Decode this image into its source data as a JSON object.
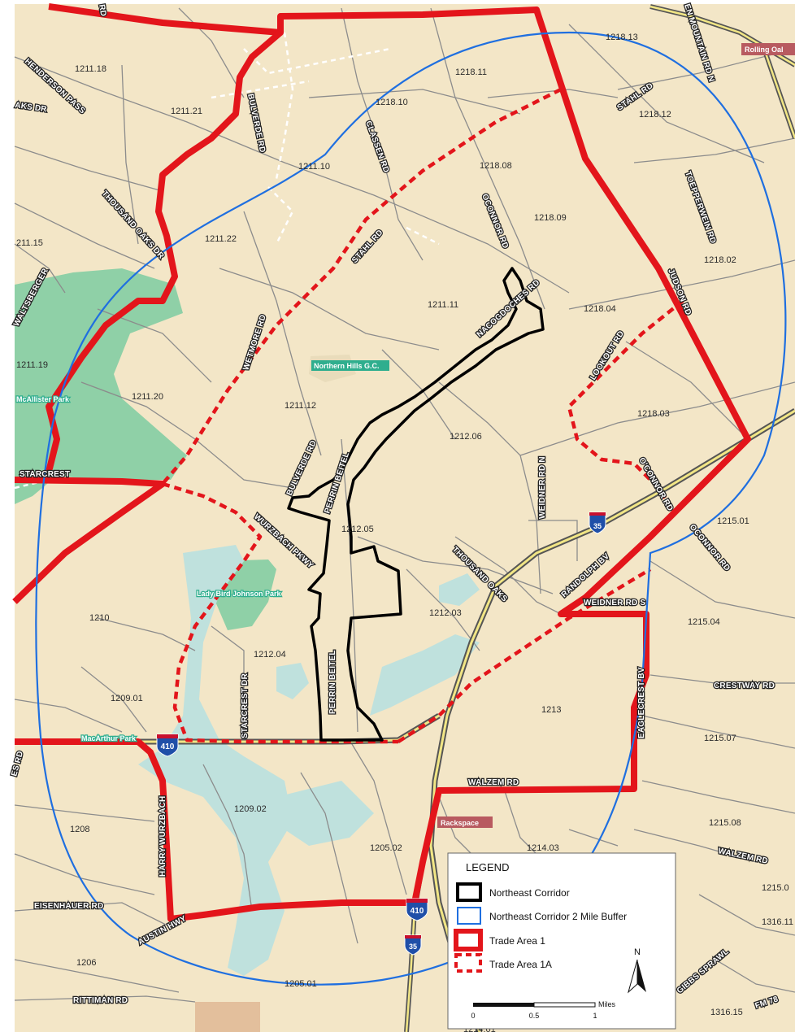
{
  "map": {
    "tracts": [
      "1218.13",
      "1211.18",
      "1218.11",
      "1211.21",
      "1218.10",
      "1218.12",
      "1211.10",
      "1218.08",
      "1218.09",
      "211.15",
      "1211.22",
      "1218.02",
      "1211.11",
      "1218.04",
      "1211.19",
      "1211.20",
      "1211.12",
      "1218.03",
      "1212.06",
      "1215.01",
      "1212.05",
      "1210",
      "1212.03",
      "1215.04",
      "1212.04",
      "1209.01",
      "1213",
      "1215.07",
      "1209.02",
      "1208",
      "1205.02",
      "1214.03",
      "1215.08",
      "1215.0",
      "1316.11",
      "1206",
      "1205.01",
      "1214.01",
      "1316.15"
    ],
    "roads": [
      "RD",
      "EN MOUNTAIN RD N",
      "HENDERSON PASS",
      "AKS DR",
      "BULVERDE RD",
      "CLASSEN RD",
      "STAHL RD",
      "THOUSAND OAKS DR",
      "STAHL RD",
      "OCONNOR RD",
      "TOEPPERWEIN RD",
      "WALTSBERGER",
      "NACOGDOCHES RD",
      "JUDSON RD",
      "WETMORE RD",
      "LOOKOUT RD",
      "STARCREST",
      "BULVERDE RD",
      "PERRIN BEITEL",
      "WEIDNER RD N",
      "O'CONNOR RD",
      "WURZBACH PKWY",
      "THOUSAND OAKS",
      "OCONNOR RD",
      "RANDOLPH BV",
      "WEIDNER RD S",
      "STARCREST DR",
      "PERRIN BEITEL",
      "EAGLECREST BV",
      "CRESTWAY RD",
      "WALZEM RD",
      "HARRY WURZBACH",
      "WALZEM RD",
      "EISENHAUER RD",
      "AUSTIN HWY",
      "GIBBS SPRAWL",
      "RITTIMAN RD",
      "FM 78",
      "ES RD"
    ],
    "places": {
      "rolling_oaks": "Rolling Oal",
      "northern_hills": "Northern Hills G.C.",
      "mcallister": "McAllister Park",
      "lady_bird": "Lady Bird Johnson Park",
      "macarthur": "MacArthur Park",
      "rackspace": "Rackspace"
    },
    "shields": [
      "35",
      "410",
      "410",
      "35"
    ]
  },
  "legend": {
    "title": "LEGEND",
    "items": [
      {
        "label": "Northeast Corridor",
        "color": "#000000"
      },
      {
        "label": "Northeast Corridor 2 Mile Buffer",
        "color": "#1f6fe0"
      },
      {
        "label": "Trade Area 1",
        "color": "#e3151b"
      },
      {
        "label": "Trade Area 1A",
        "color": "#e3151b"
      }
    ],
    "north": "N",
    "scale_unit": "Miles",
    "scale_ticks": [
      "0",
      "0.5",
      "1"
    ]
  },
  "colors": {
    "background": "#f3e6c7",
    "park": "#8fd0a7",
    "water": "#bfe1dd",
    "trade_area": "#e3151b",
    "buffer": "#1f6fe0",
    "corridor": "#000000",
    "label_red_bg": "#b85a60",
    "label_green_bg": "#2fae8e"
  }
}
